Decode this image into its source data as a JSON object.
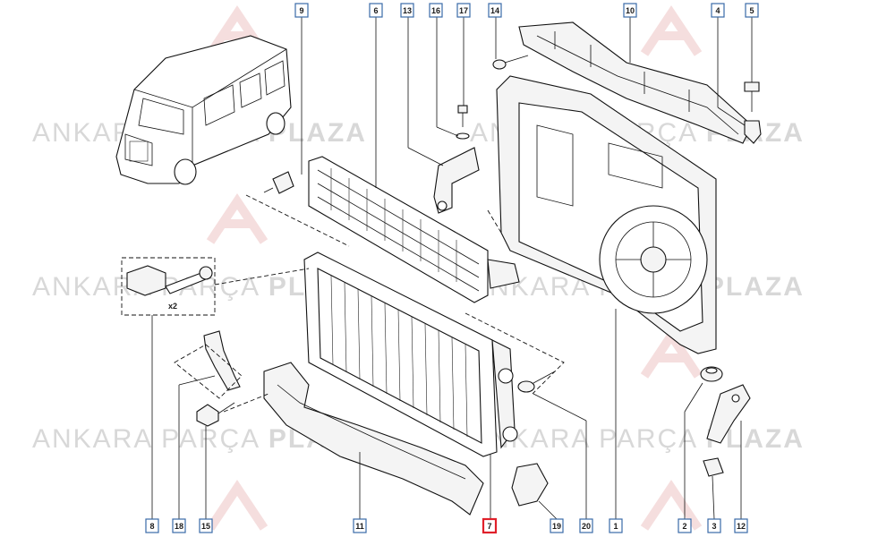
{
  "watermark": {
    "parts": [
      "ANKARA",
      "PARÇA",
      "PLAZA"
    ]
  },
  "callouts": [
    {
      "num": "9"
    },
    {
      "num": "6"
    },
    {
      "num": "13"
    },
    {
      "num": "16"
    },
    {
      "num": "17"
    },
    {
      "num": "14"
    },
    {
      "num": "10"
    },
    {
      "num": "4"
    },
    {
      "num": "5"
    },
    {
      "num": "8"
    },
    {
      "num": "18"
    },
    {
      "num": "15"
    },
    {
      "num": "11"
    },
    {
      "num": "7"
    },
    {
      "num": "19"
    },
    {
      "num": "20"
    },
    {
      "num": "1"
    },
    {
      "num": "2"
    },
    {
      "num": "3"
    },
    {
      "num": "12"
    }
  ],
  "highlighted_callout": "7",
  "colors": {
    "callout_border": "#3a6aa8",
    "callout_highlight": "#e0202a",
    "watermark": "#d8d8d8"
  }
}
